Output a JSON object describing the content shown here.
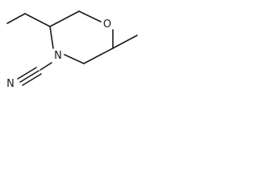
{
  "molecule": {
    "atoms": {
      "oxygen": "O",
      "nitrogen_ring": "N",
      "nitrogen_nitrile": "N"
    }
  }
}
